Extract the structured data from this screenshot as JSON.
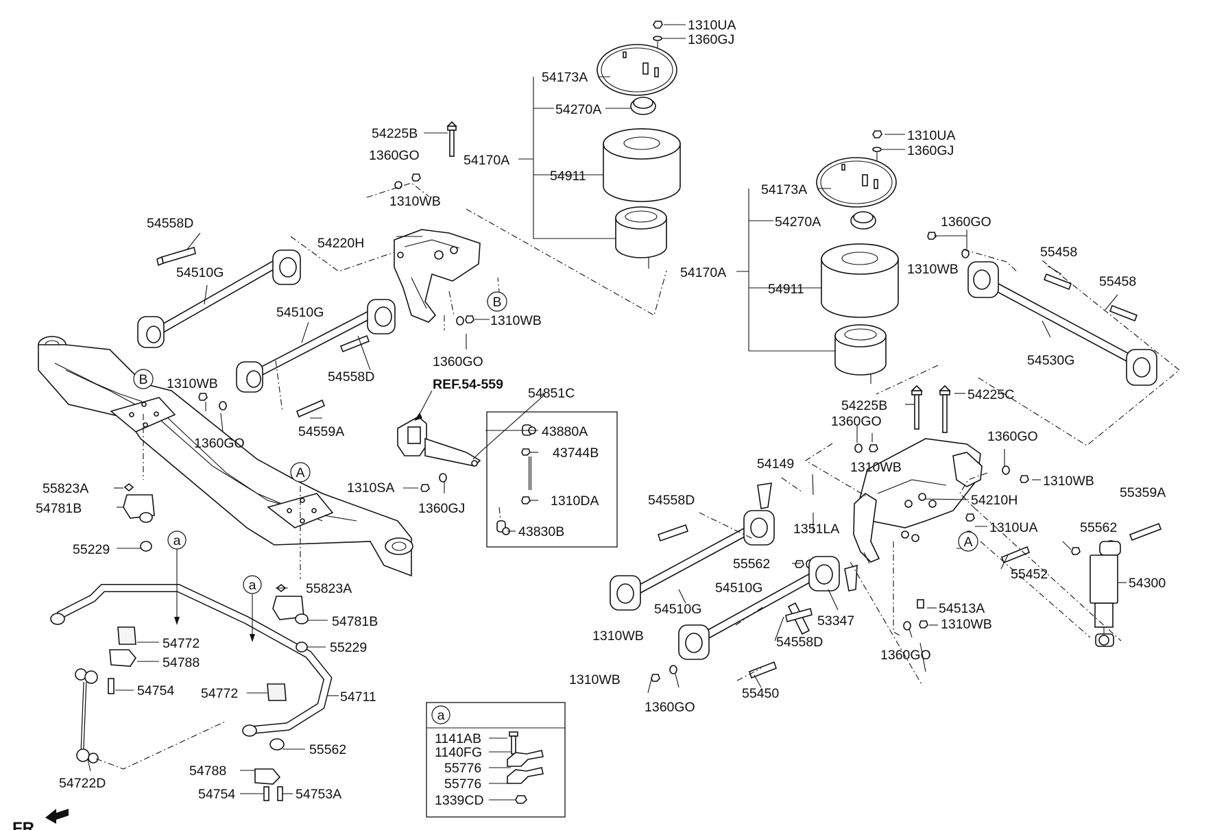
{
  "front_indicator": "FR.",
  "callouts": {
    "A": "A",
    "B": "B",
    "a": "a"
  },
  "labels": {
    "p1310ua_top": "1310UA",
    "p1360gj_top": "1360GJ",
    "p54173a_top": "54173A",
    "p54270a_top": "54270A",
    "p54225b_top": "54225B",
    "p1360go_top": "1360GO",
    "p54170a_top": "54170A",
    "p54911_top": "54911",
    "p1310wb_top": "1310WB",
    "p54558d_top": "54558D",
    "p54220h": "54220H",
    "p54510g_top": "54510G",
    "p1310wb_mid": "1310WB",
    "p54510g_mid": "54510G",
    "p1360go_mid": "1360GO",
    "p54558d_mid": "54558D",
    "p1310wb_left": "1310WB",
    "ref": "REF.54-559",
    "p54851c": "54851C",
    "p1360go_left": "1360GO",
    "p54559a": "54559A",
    "p43880a": "43880A",
    "p43744b": "43744B",
    "p55823a_top": "55823A",
    "p1310sa": "1310SA",
    "p1310da": "1310DA",
    "p54781b_top": "54781B",
    "p1360gj_mid": "1360GJ",
    "p43830b": "43830B",
    "p55229_top": "55229",
    "p55823a_bot": "55823A",
    "p54781b_bot": "54781B",
    "p54772_top": "54772",
    "p55229_bot": "55229",
    "p54788_top": "54788",
    "p54754_top": "54754",
    "p54772_bot": "54772",
    "p54711": "54711",
    "p55562_left": "55562",
    "p54788_bot": "54788",
    "p54722d": "54722D",
    "p54754_bot": "54754",
    "p54753a": "54753A",
    "k1141ab": "1141AB",
    "k1140fg": "1140FG",
    "k55776a": "55776",
    "k55776b": "55776",
    "k1339cd": "1339CD",
    "r1310ua_top": "1310UA",
    "r1360gj_top": "1360GJ",
    "r54173a": "54173A",
    "r1360go_top": "1360GO",
    "r54270a": "54270A",
    "r1310wb_top": "1310WB",
    "r55458_a": "55458",
    "r54170a": "54170A",
    "r55458_b": "55458",
    "r54911": "54911",
    "r54530g": "54530G",
    "r54225c": "54225C",
    "r54225b": "54225B",
    "r1360go_mid": "1360GO",
    "r1360go_right": "1360GO",
    "r1310wb_mid": "1310WB",
    "r1310wb_right": "1310WB",
    "r54149": "54149",
    "r54558d_top": "54558D",
    "r54210h": "54210H",
    "r55359a": "55359A",
    "r1351la": "1351LA",
    "r1310ua_low": "1310UA",
    "r55562_right": "55562",
    "r55562_mid": "55562",
    "r55452": "55452",
    "r54510g_a": "54510G",
    "r54300": "54300",
    "r54510g_b": "54510G",
    "r54513a": "54513A",
    "r53347": "53347",
    "r1310wb_low": "1310WB",
    "r1310wb_left": "1310WB",
    "r54558d_bot": "54558D",
    "r1360go_low": "1360GO",
    "r1310wb_bottom": "1310WB",
    "r1360go_bottom": "1360GO",
    "r55450": "55450"
  }
}
